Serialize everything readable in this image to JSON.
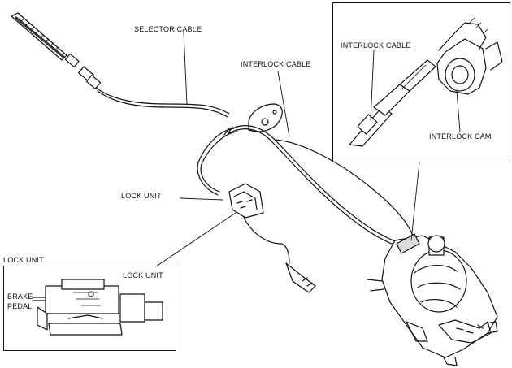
{
  "labels": {
    "selector_cable": "SELECTOR CABLE",
    "interlock_cable": "INTERLOCK CABLE",
    "lock_unit": "LOCK UNIT",
    "inset_lock_unit_title": "LOCK UNIT",
    "inset_lock_unit_label": "LOCK UNIT",
    "brake_pedal_line1": "BRAKE",
    "brake_pedal_line2": "PEDAL",
    "inset_interlock_cable": "INTERLOCK CABLE",
    "inset_interlock_cam": "INTERLOCK CAM"
  },
  "colors": {
    "ink": "#111111",
    "background": "#ffffff"
  }
}
